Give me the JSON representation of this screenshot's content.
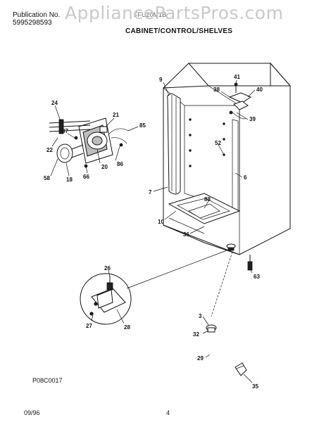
{
  "header": {
    "publication_label": "Publication No.",
    "publication_number": "5995298593",
    "model_partial": "FFU20M1B",
    "watermark": "AppliancePartsPros.com",
    "section_title": "CABINET/CONTROL/SHELVES"
  },
  "diagram": {
    "part_callouts": [
      "9",
      "41",
      "38",
      "40",
      "24",
      "21",
      "85",
      "39",
      "87",
      "22",
      "20",
      "86",
      "58",
      "18",
      "66",
      "52",
      "6",
      "7",
      "88",
      "10",
      "36",
      "26",
      "63",
      "28",
      "27",
      "3",
      "32",
      "29",
      "35"
    ]
  },
  "footer": {
    "figure_code": "P08C0017",
    "date": "09/96",
    "page_number": "4"
  }
}
